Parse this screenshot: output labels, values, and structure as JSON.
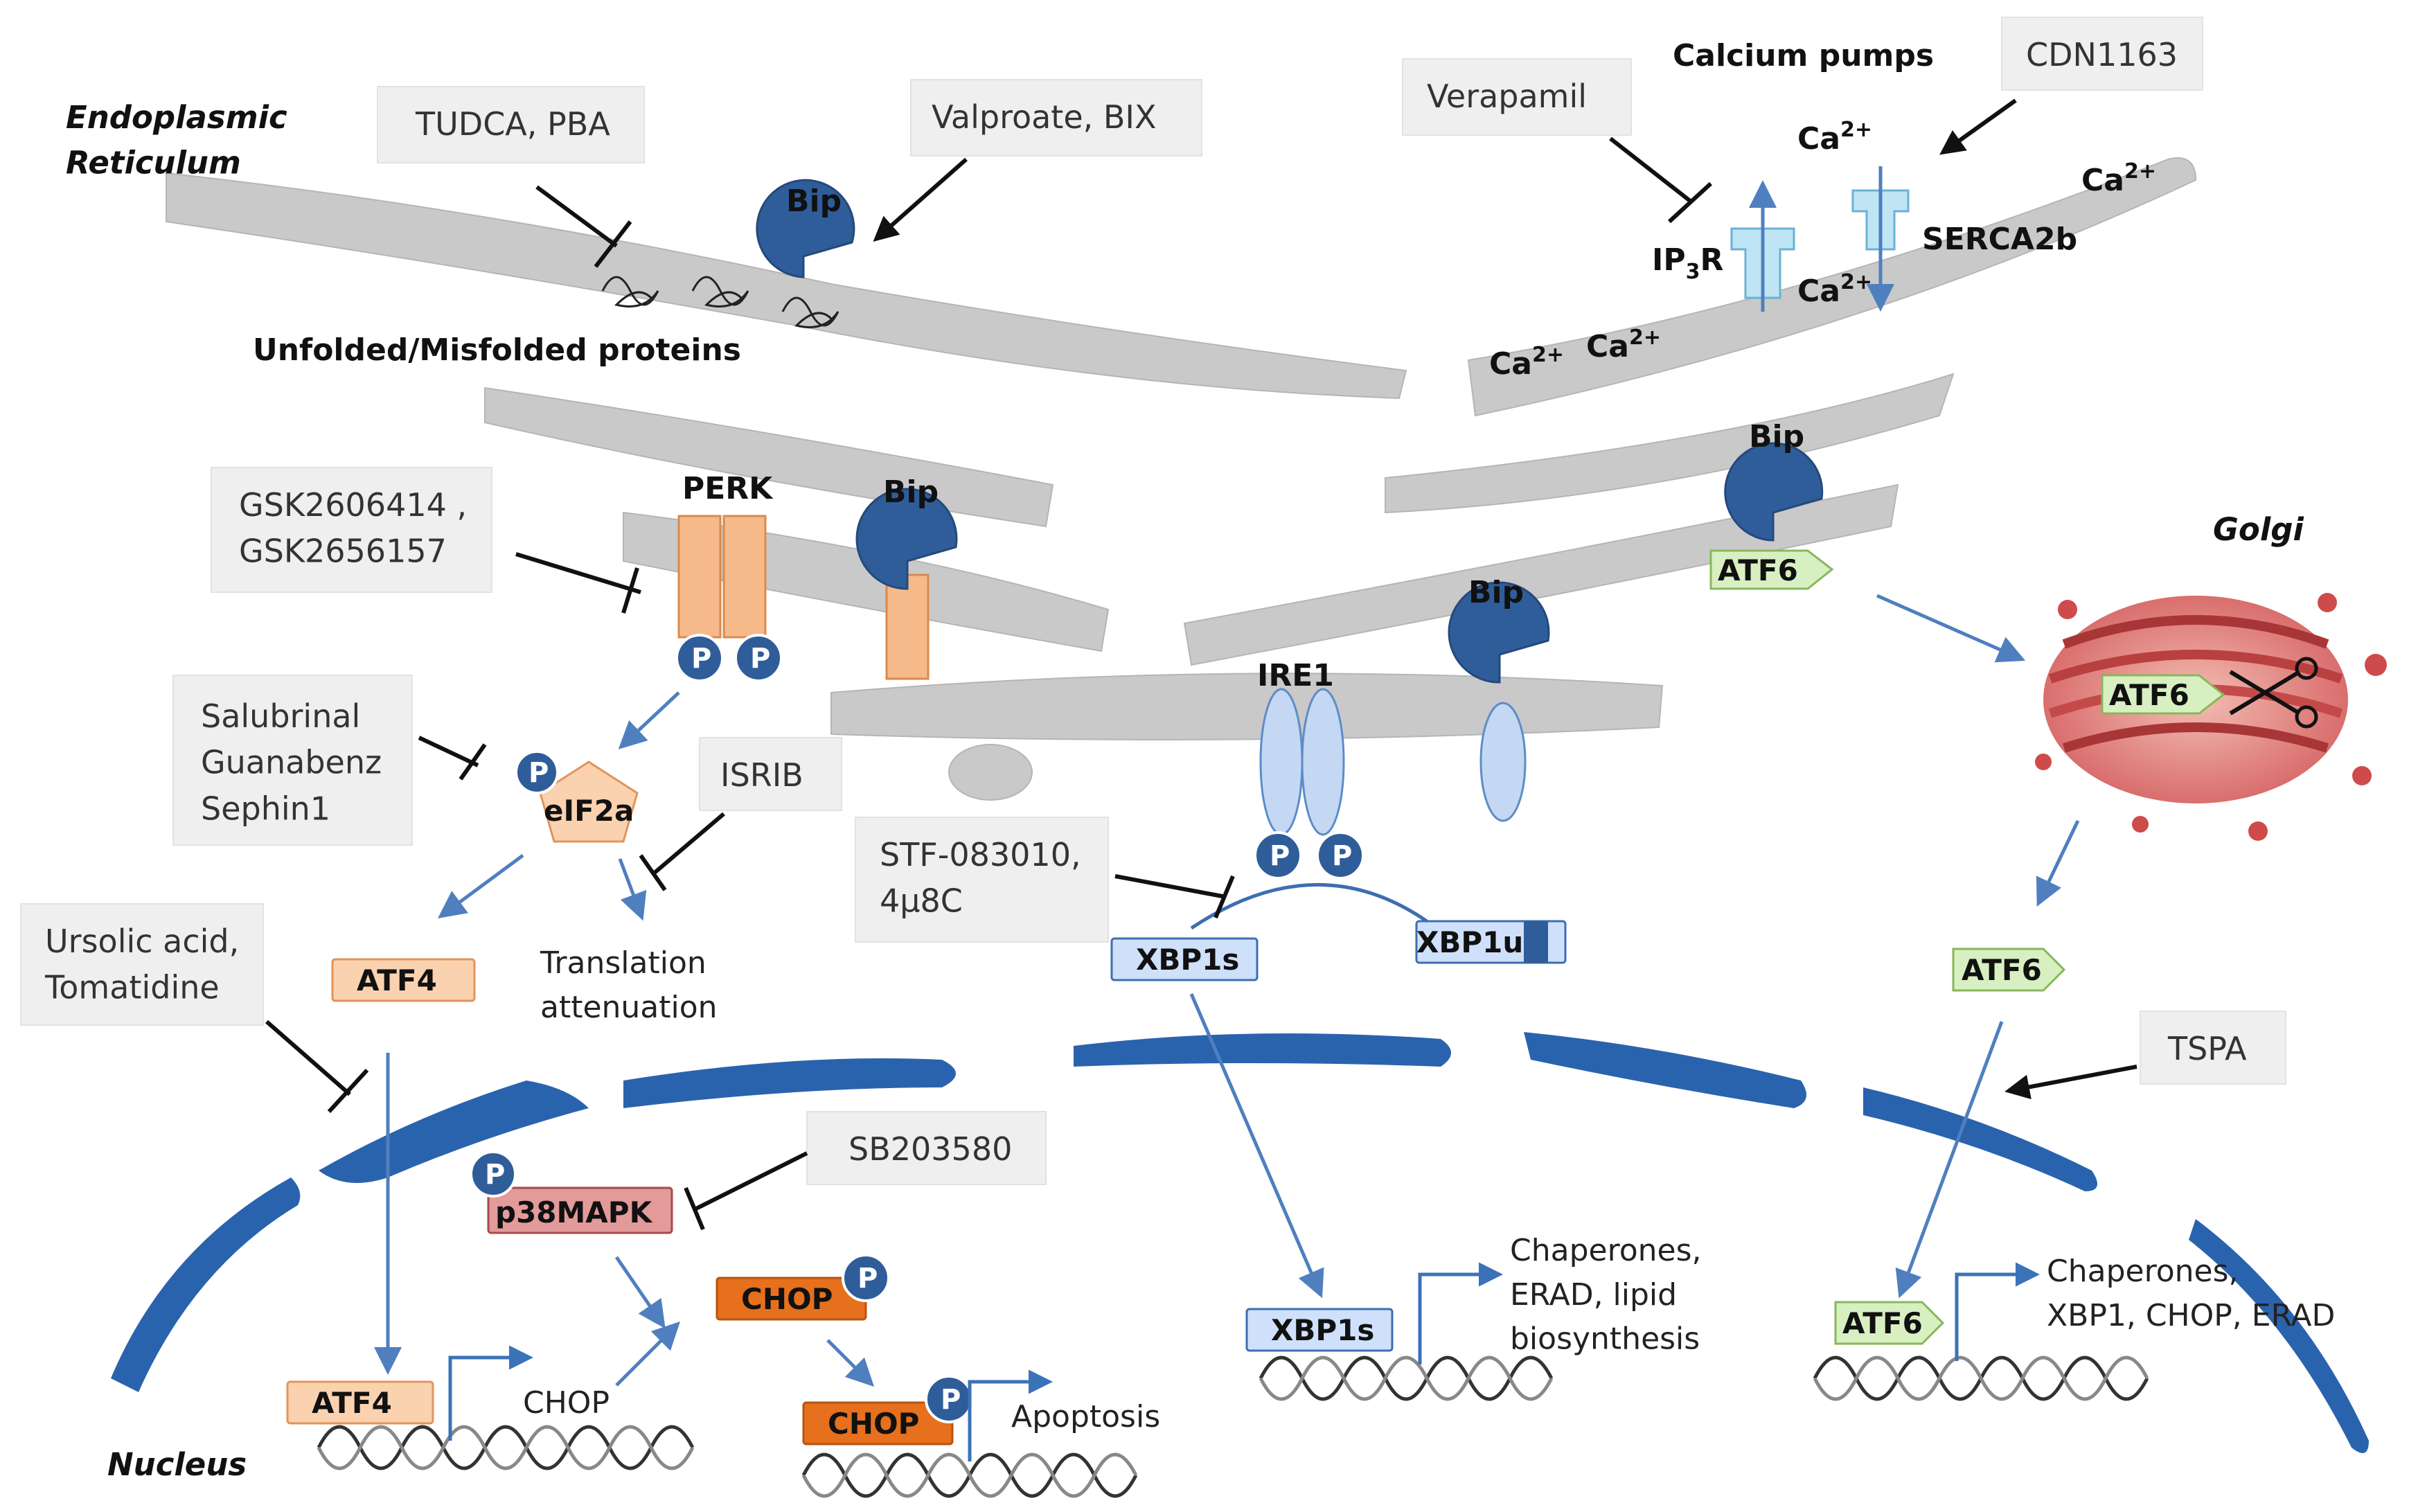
{
  "regions": {
    "er": "Endoplasmic\nReticulum",
    "golgi": "Golgi",
    "nucleus": "Nucleus"
  },
  "drugs": {
    "tudca": "TUDCA, PBA",
    "valproate": "Valproate, BIX",
    "verapamil": "Verapamil",
    "cdn": "CDN1163",
    "gsk": "GSK2606414 ,\nGSK2656157",
    "salubrinal": "Salubrinal\nGuanabenz\nSephin1",
    "isrib": "ISRIB",
    "ursolic": "Ursolic acid,\nTomatidine",
    "stf": "STF-083010,\n4μ8C",
    "sb": "SB203580",
    "tspa": "TSPA"
  },
  "labels": {
    "bip": "Bip",
    "unfolded": "Unfolded/Misfolded proteins",
    "calcium_pumps": "Calcium pumps",
    "ca": "Ca",
    "ca_sup": "2+",
    "ip3r_main": "IP",
    "ip3r_sub": "3",
    "ip3r_end": "R",
    "serca": "SERCA2b",
    "perk": "PERK",
    "ire1": "IRE1",
    "p": "P",
    "eif2a": "eIF2a",
    "translation": "Translation\nattenuation",
    "atf4": "ATF4",
    "atf6": "ATF6",
    "xbp1s": "XBP1s",
    "xbp1u": "XBP1u",
    "p38": "p38MAPK",
    "chop": "CHOP",
    "chop_gene": "CHOP",
    "apoptosis": "Apoptosis",
    "xbp_targets": "Chaperones,\nERAD, lipid\nbiosynthesis",
    "atf6_targets": "Chaperones,\nXBP1, CHOP, ERAD"
  },
  "colors": {
    "bip": "#2f5d9a",
    "er": "#c9c9c9",
    "perk": "#f6b98a",
    "ire1": "#c4d8f3",
    "atf6": "#d8efc2",
    "chop": "#e6701d",
    "nucleus": "#2a63ad",
    "golgi": "#d45a5a"
  }
}
